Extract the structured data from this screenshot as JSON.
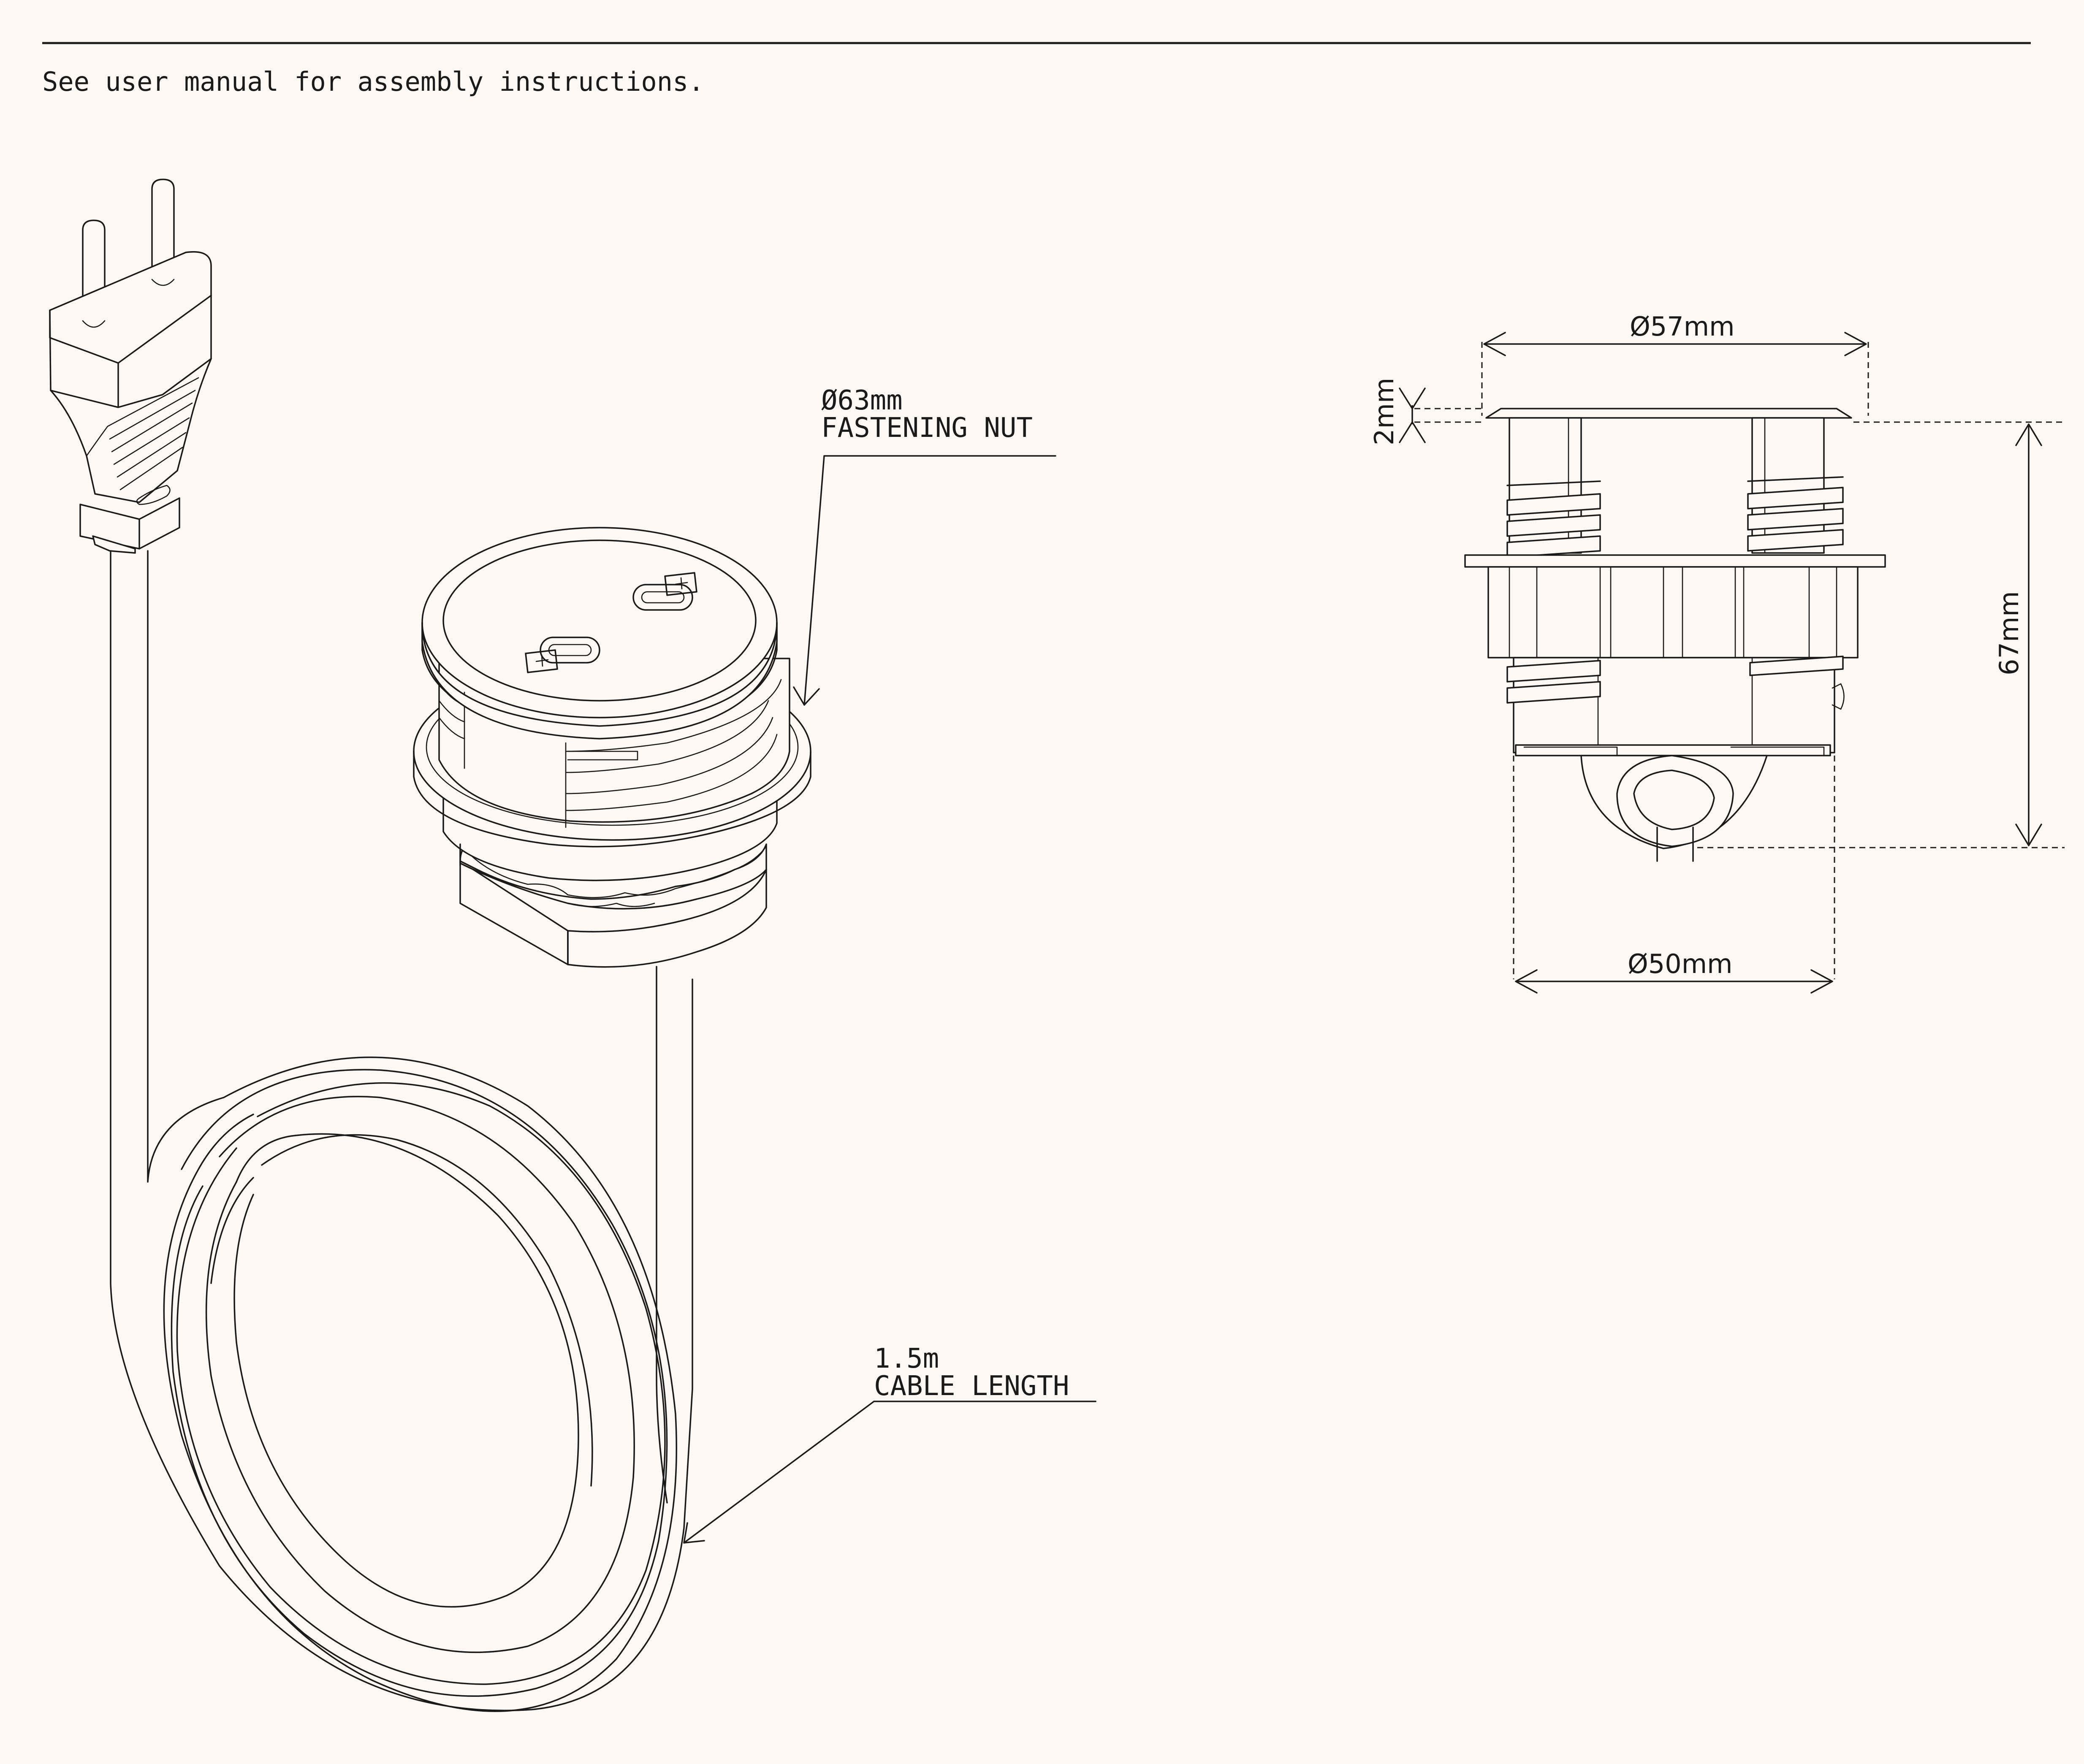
{
  "header": {
    "note": "See user manual for assembly instructions."
  },
  "callouts": {
    "nut_diameter": "Ø63mm",
    "nut_label": "FASTENING NUT",
    "cable_length_value": "1.5m",
    "cable_length_label": "CABLE LENGTH"
  },
  "dimensions": {
    "top_diameter": "Ø57mm",
    "bottom_diameter": "Ø50mm",
    "height": "67mm",
    "lip": "2mm"
  },
  "colors": {
    "background": "#fdf8f4",
    "ink": "#1a1a1a"
  },
  "icons": {
    "port_icon": "battery-charge-icon",
    "plug": "euro-plug-icon"
  }
}
